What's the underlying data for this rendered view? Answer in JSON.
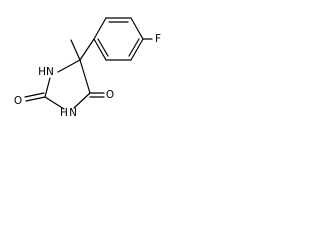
{
  "molecule": {
    "atoms": {
      "fluorine": "F",
      "nh_top": "HN",
      "nh_bottom": "H",
      "n_bottom": "N",
      "o_left": "O",
      "o_right": "O"
    },
    "colors": {
      "bond": "#000000",
      "text": "#000000",
      "background": "#ffffff"
    }
  }
}
